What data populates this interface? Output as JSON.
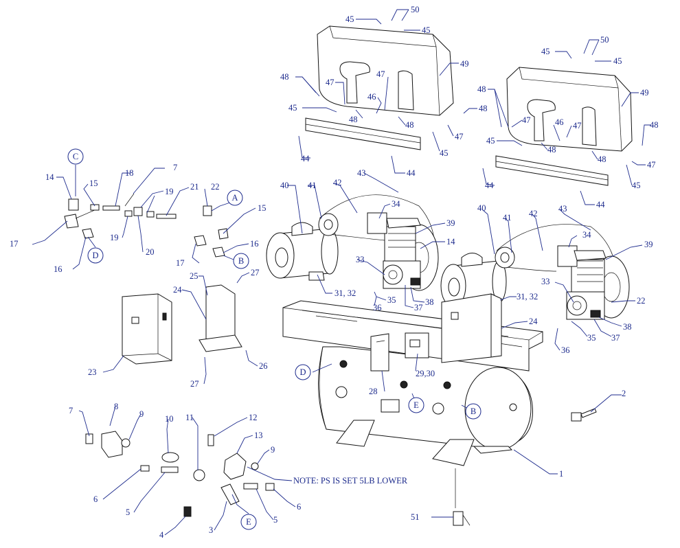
{
  "note": "NOTE: PS IS SET 5LB LOWER",
  "callouts": {
    "A": "A",
    "B": "B",
    "C": "C",
    "D": "D",
    "E": "E"
  },
  "labels": {
    "n1": "1",
    "n2": "2",
    "n3": "3",
    "n4": "4",
    "n5a": "5",
    "n5b": "5",
    "n6a": "6",
    "n6b": "6",
    "n7a": "7",
    "n7b": "7",
    "n8": "8",
    "n9a": "9",
    "n9b": "9",
    "n10": "10",
    "n11": "11",
    "n12": "12",
    "n13": "13",
    "n14a": "14",
    "n14b": "14",
    "n15a": "15",
    "n15b": "15",
    "n16a": "16",
    "n16b": "16",
    "n17a": "17",
    "n17b": "17",
    "n18": "18",
    "n19a": "19",
    "n19b": "19",
    "n20": "20",
    "n21": "21",
    "n22a": "22",
    "n22b": "22",
    "n23": "23",
    "n24a": "24",
    "n24b": "24",
    "n25": "25",
    "n26": "26",
    "n27a": "27",
    "n27b": "27",
    "n28": "28",
    "n2930": "29,30",
    "n3132a": "31, 32",
    "n3132b": "31, 32",
    "n33a": "33",
    "n33b": "33",
    "n34a": "34",
    "n34b": "34",
    "n35a": "35",
    "n35b": "35",
    "n36a": "36",
    "n36b": "36",
    "n37a": "37",
    "n37b": "37",
    "n38a": "38",
    "n38b": "38",
    "n39a": "39",
    "n39b": "39",
    "n40a": "40",
    "n40b": "40",
    "n41a": "41",
    "n41b": "41",
    "n42a": "42",
    "n42b": "42",
    "n43a": "43",
    "n43b": "43",
    "n44a": "44",
    "n44b": "44",
    "n44c": "44",
    "n44d": "44",
    "n45a": "45",
    "n45b": "45",
    "n45c": "45",
    "n45d": "45",
    "n45e": "45",
    "n45f": "45",
    "n45g": "45",
    "n45h": "45",
    "n46a": "46",
    "n46b": "46",
    "n47a": "47",
    "n47b": "47",
    "n47c": "47",
    "n47d": "47",
    "n47e": "47",
    "n48a": "48",
    "n48b": "48",
    "n48c": "48",
    "n48d": "48",
    "n48e": "48",
    "n48f": "48",
    "n48g": "48",
    "n49a": "49",
    "n49b": "49",
    "n50a": "50",
    "n50b": "50",
    "n51": "51"
  }
}
